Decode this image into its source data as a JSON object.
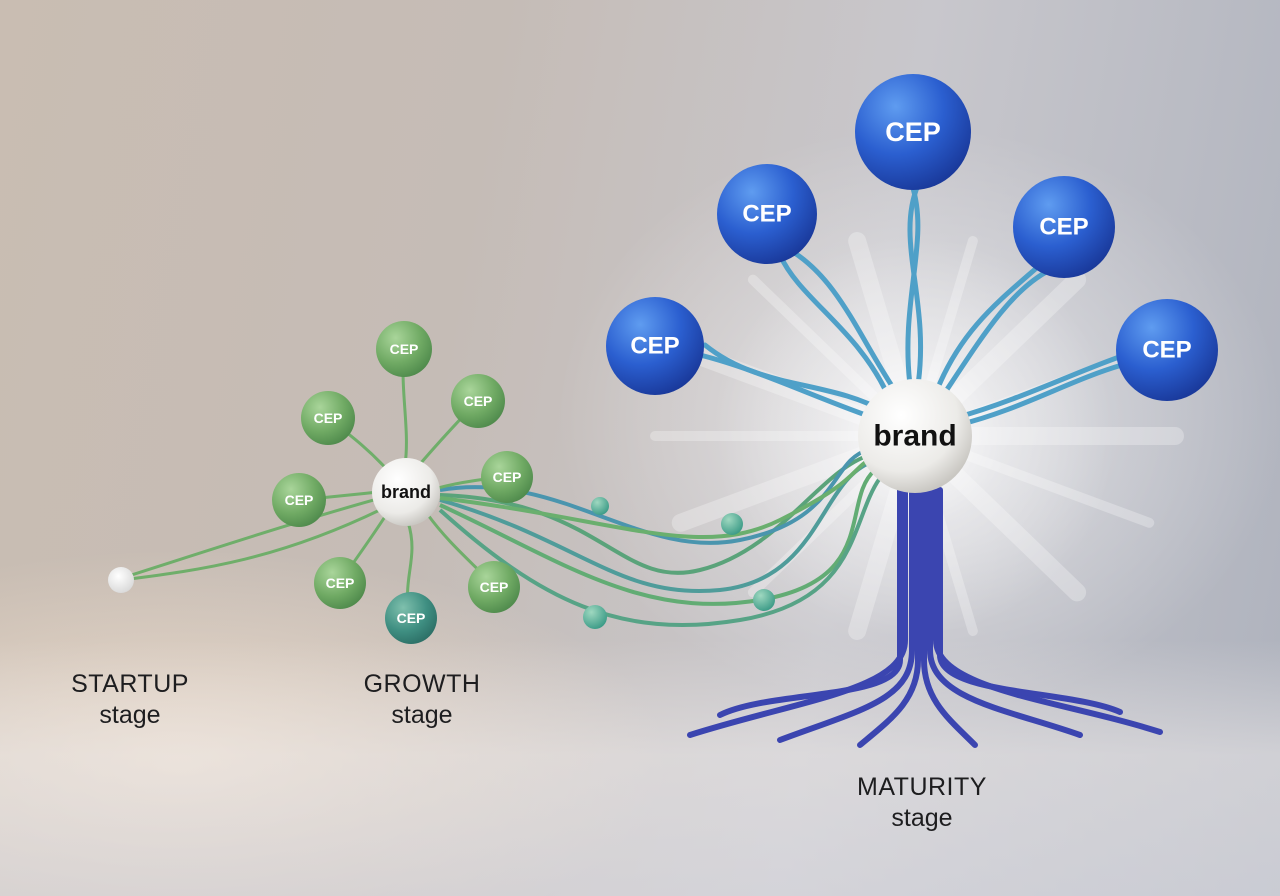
{
  "stages": {
    "startup": {
      "name": "STARTUP",
      "sub": "stage"
    },
    "growth": {
      "name": "GROWTH",
      "sub": "stage"
    },
    "maturity": {
      "name": "MATURITY",
      "sub": "stage"
    }
  },
  "growth_diagram": {
    "brand_label": "brand",
    "cep_labels": [
      "CEP",
      "CEP",
      "CEP",
      "CEP",
      "CEP",
      "CEP",
      "CEP",
      "CEP"
    ]
  },
  "maturity_diagram": {
    "brand_label": "brand",
    "cep_labels": [
      "CEP",
      "CEP",
      "CEP",
      "CEP",
      "CEP"
    ]
  },
  "colors": {
    "growth_green": "#6faa66",
    "maturity_blue": "#2a56c8",
    "stem_blue": "#3b45b0",
    "link_teal": "#4fa0b8"
  }
}
